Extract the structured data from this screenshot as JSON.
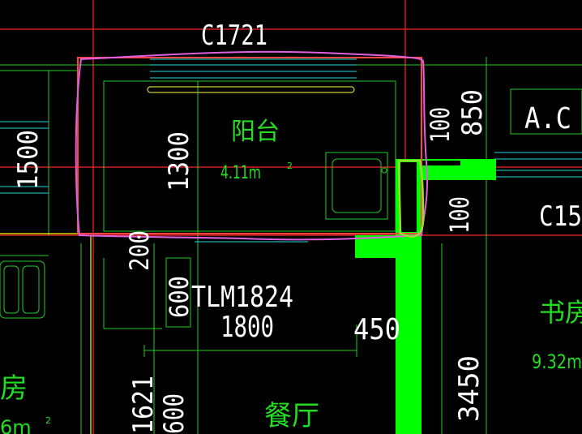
{
  "labels": {
    "window_top": "C1721",
    "window_right": "C15",
    "ac_label": "A.C",
    "door_label": "TLM1824",
    "dim_1800": "1800",
    "dim_450": "450",
    "dim_1300": "1300",
    "dim_1500": "1500",
    "dim_850": "850",
    "dim_100_top": "100",
    "dim_100": "100",
    "dim_200": "200",
    "dim_600": "600",
    "dim_3450": "3450",
    "dim_1621": "1621",
    "dim_600_bottom": "600",
    "dim_15": "15"
  },
  "rooms": {
    "balcony_name": "阳台",
    "balcony_area": "4.11m",
    "balcony_area_sup": "2",
    "study_name": "书房",
    "study_area": "9.32m",
    "dining_name": "餐厅",
    "kitchen_name": "房",
    "kitchen_area": "6m",
    "kitchen_area_sup": "2"
  },
  "colors": {
    "background": "#000000",
    "wall": "#00ff00",
    "axis": "#ff2222",
    "highlight_magenta": "#e060e0",
    "highlight_lime": "#99dd33",
    "cyan": "#22dddd",
    "yellow": "#ffff00",
    "green_text": "#22dd22",
    "white_text": "#ffffff"
  }
}
